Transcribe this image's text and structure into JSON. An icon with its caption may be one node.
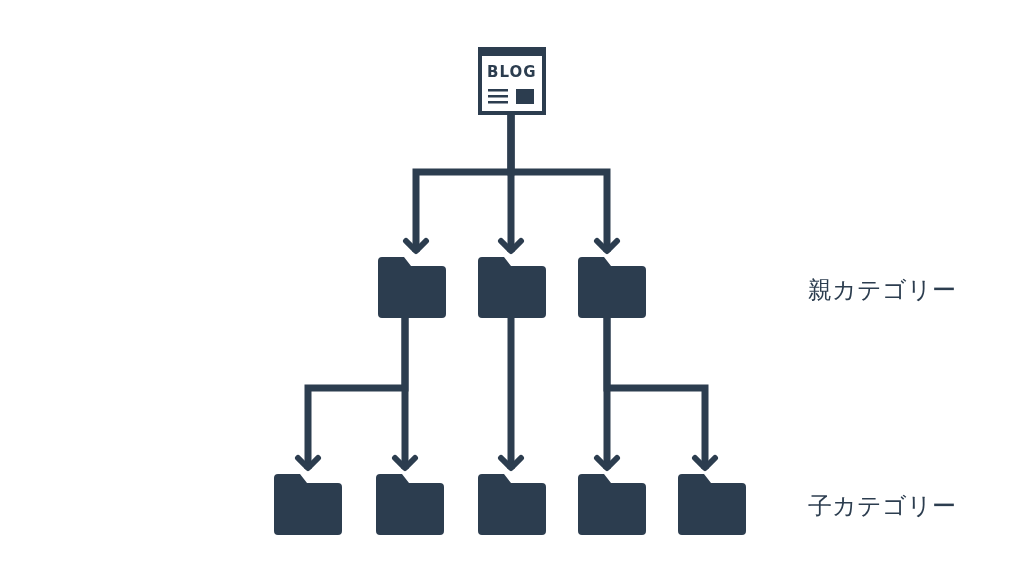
{
  "diagram": {
    "nodes": [
      {
        "text": [
          "BLOG"
        ]
      },
      {
        "text": [],
        "shape": "folder"
      },
      {
        "text": [],
        "shape": "folder"
      },
      {
        "text": [],
        "shape": "folder"
      },
      {
        "text": [],
        "shape": "folder"
      },
      {
        "text": [],
        "shape": "folder"
      },
      {
        "text": [],
        "shape": "folder"
      },
      {
        "text": [],
        "shape": "folder"
      },
      {
        "text": [],
        "shape": "folder"
      }
    ],
    "edges": [
      {
        "from": 0,
        "to": 1,
        "arrow": "to"
      },
      {
        "from": 0,
        "to": 2,
        "arrow": "to"
      },
      {
        "from": 0,
        "to": 3,
        "arrow": "to"
      },
      {
        "from": 1,
        "to": 4,
        "arrow": "to"
      },
      {
        "from": 1,
        "to": 5,
        "arrow": "to"
      },
      {
        "from": 2,
        "to": 6,
        "arrow": "to"
      },
      {
        "from": 3,
        "to": 7,
        "arrow": "to"
      },
      {
        "from": 3,
        "to": 8,
        "arrow": "to"
      }
    ],
    "labels": [
      "親カテゴリー",
      "子カテゴリー"
    ]
  }
}
